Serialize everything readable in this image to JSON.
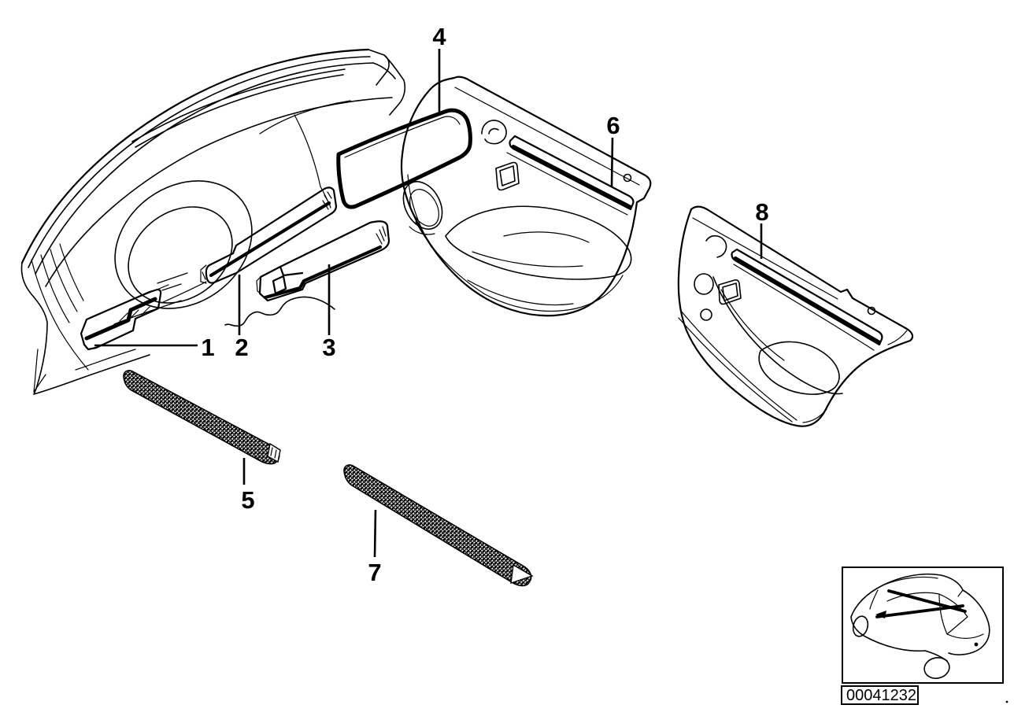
{
  "colors": {
    "background": "#ffffff",
    "ink": "#000000"
  },
  "callouts": [
    {
      "label": "1"
    },
    {
      "label": "2"
    },
    {
      "label": "3"
    },
    {
      "label": "4"
    },
    {
      "label": "5"
    },
    {
      "label": "6"
    },
    {
      "label": "7"
    },
    {
      "label": "8"
    }
  ],
  "stamp": {
    "image_number": "00041232"
  },
  "illustrations": {
    "dashboard": "instrument-panel-with-trim-strips",
    "front_door": "front-door-panel-with-trim-strip",
    "rear_door": "rear-door-panel-with-trim-strip",
    "strip_front": "textured-trim-strip",
    "strip_rear": "textured-trim-strip",
    "thumbnail": "car-rear-three-quarter-location-view"
  }
}
